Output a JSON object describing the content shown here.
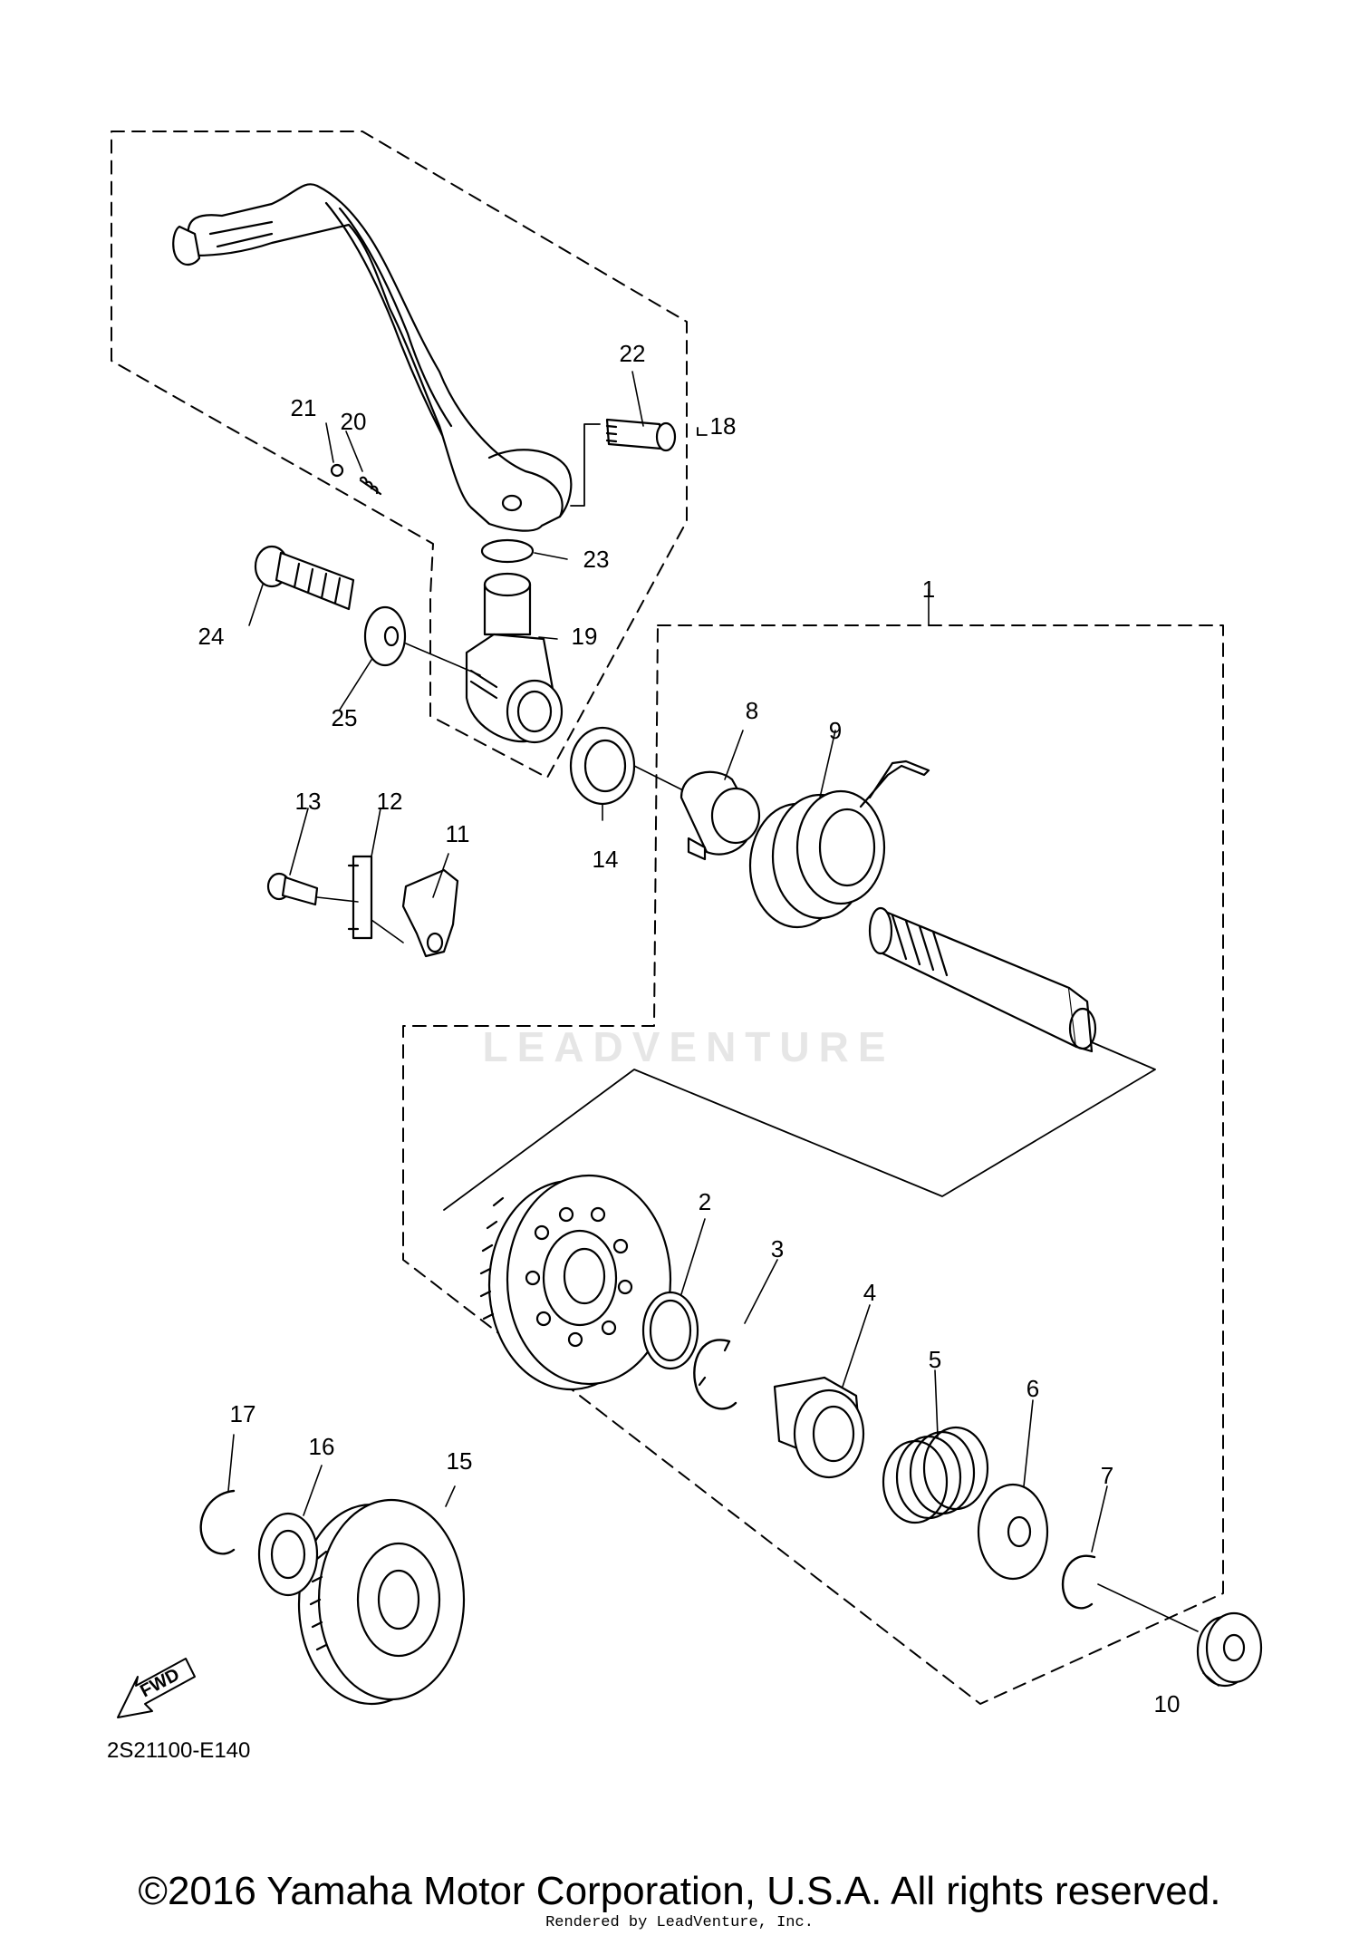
{
  "diagram": {
    "callouts": [
      "1",
      "2",
      "3",
      "4",
      "5",
      "6",
      "7",
      "8",
      "9",
      "10",
      "11",
      "12",
      "13",
      "14",
      "15",
      "16",
      "17",
      "18",
      "19",
      "20",
      "21",
      "22",
      "23",
      "24",
      "25"
    ],
    "diagram_code": "2S21100-E140",
    "fwd_label": "FWD",
    "watermark": "LEADVENTURE"
  },
  "footer": {
    "copyright": "©2016 Yamaha Motor Corporation, U.S.A. All rights reserved.",
    "rendered_by": "Rendered by LeadVenture, Inc."
  }
}
